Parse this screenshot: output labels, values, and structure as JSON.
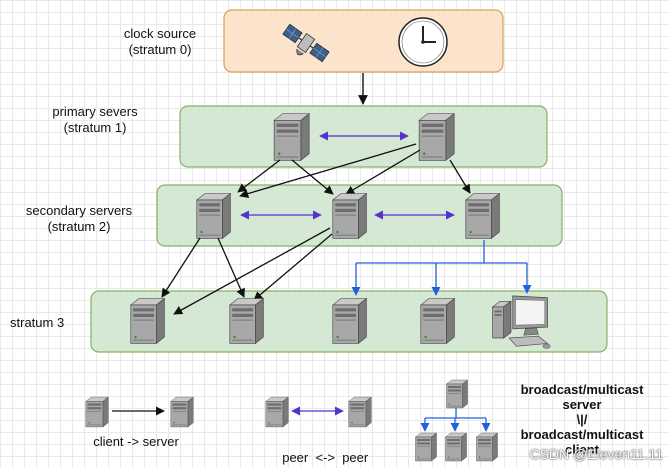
{
  "tiers": {
    "clock": {
      "line1": "clock source",
      "line2": "(stratum 0)"
    },
    "primary": {
      "line1": "primary severs",
      "line2": "(stratum 1)"
    },
    "secondary": {
      "line1": "secondary servers",
      "line2": "(stratum 2)"
    },
    "stratum3": {
      "line1": "stratum 3"
    }
  },
  "legend": {
    "client_server": "client -> server",
    "peer_peer": "peer  <->  peer",
    "broadcast_line1": "broadcast/multicast",
    "broadcast_line2": "server",
    "broadcast_line3": "\\|/",
    "broadcast_line4": "broadcast/multicast",
    "broadcast_line5": "client"
  },
  "watermark": "CSDN @Eleven11.11",
  "colors": {
    "clock_fill": "#fbe3cc",
    "clock_stroke": "#d9a15c",
    "tier_fill": "#d5e8d4",
    "tier_stroke": "#82b366",
    "peer_arrow": "#5533cc",
    "broadcast_arrow": "#2060e0",
    "client_arrow": "#111111"
  },
  "icons": [
    "satellite-icon",
    "clock-icon",
    "server-icon",
    "workstation-icon"
  ]
}
